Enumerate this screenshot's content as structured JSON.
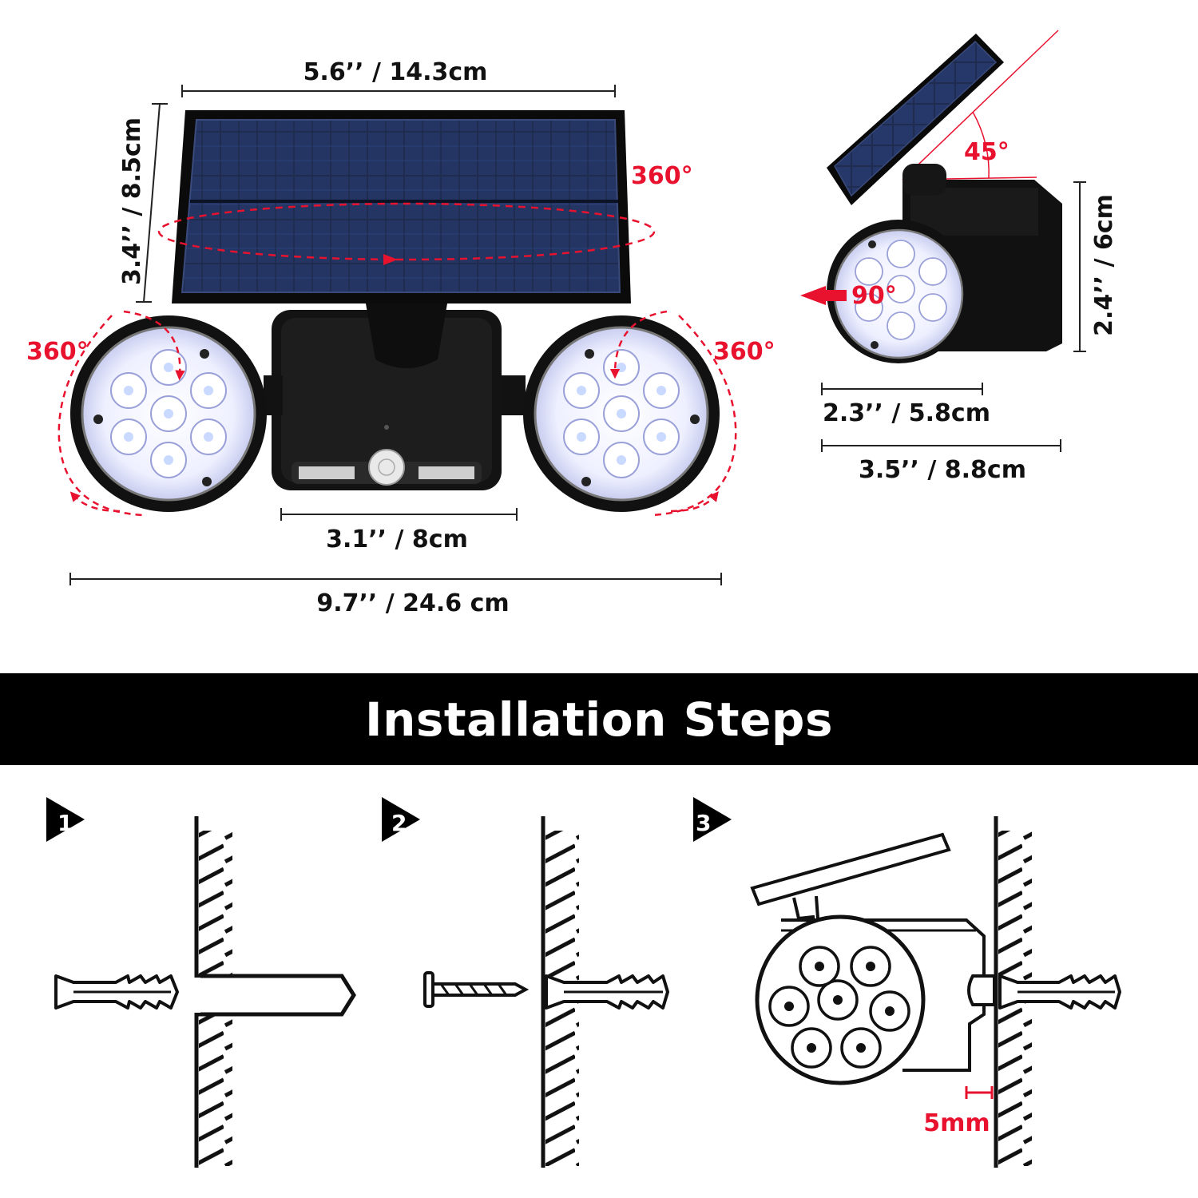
{
  "dimensions": {
    "panel_width": "5.6’’ / 14.3cm",
    "panel_height": "3.4’’ / 8.5cm",
    "body_width": "3.1’’ / 8cm",
    "total_width": "9.7’’ / 24.6 cm",
    "side_head_width": "2.3’’ / 5.8cm",
    "side_total_depth": "3.5’’ / 8.8cm",
    "side_height": "2.4’’ / 6cm"
  },
  "rotations": {
    "panel": "360°",
    "left_head": "360°",
    "right_head": "360°",
    "panel_tilt": "45°",
    "head_tilt": "90°"
  },
  "section_title": "Installation Steps",
  "steps": [
    {
      "number": "1"
    },
    {
      "number": "2"
    },
    {
      "number": "3",
      "gap_label": "5mm"
    }
  ],
  "colors": {
    "accent": "#e8122f",
    "banner": "#000000",
    "ink": "#111111"
  }
}
